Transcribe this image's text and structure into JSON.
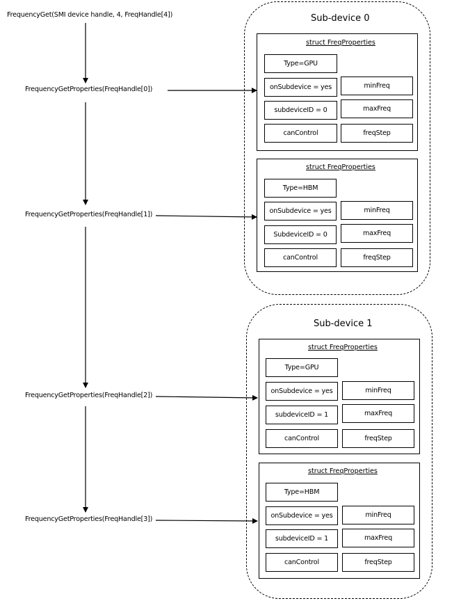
{
  "initial_call": "FrequencyGet(SMI device handle, 4, FreqHandle[4])",
  "calls": [
    "FrequencyGetProperties(FreqHandle[0])",
    "FrequencyGetProperties(FreqHandle[1])",
    "FrequencyGetProperties(FreqHandle[2])",
    "FrequencyGetProperties(FreqHandle[3])"
  ],
  "devices": [
    {
      "title": "Sub-device 0",
      "structs": [
        {
          "title": "struct FreqProperties",
          "type": "Type=GPU",
          "on_subdevice": "onSubdevice = yes",
          "subdevice_id": "subdeviceID = 0",
          "can_control": "canControl",
          "min_freq": "minFreq",
          "max_freq": "maxFreq",
          "freq_step": "freqStep"
        },
        {
          "title": "struct FreqProperties",
          "type": "Type=HBM",
          "on_subdevice": "onSubdevice = yes",
          "subdevice_id": "SubdeviceID = 0",
          "can_control": "canControl",
          "min_freq": "minFreq",
          "max_freq": "maxFreq",
          "freq_step": "freqStep"
        }
      ]
    },
    {
      "title": "Sub-device 1",
      "structs": [
        {
          "title": "struct FreqProperties",
          "type": "Type=GPU",
          "on_subdevice": "onSubdevice = yes",
          "subdevice_id": "subdeviceID = 1",
          "can_control": "canControl",
          "min_freq": "minFreq",
          "max_freq": "maxFreq",
          "freq_step": "freqStep"
        },
        {
          "title": "struct FreqProperties",
          "type": "Type=HBM",
          "on_subdevice": "onSubdevice = yes",
          "subdevice_id": "subdeviceID = 1",
          "can_control": "canControl",
          "min_freq": "minFreq",
          "max_freq": "maxFreq",
          "freq_step": "freqStep"
        }
      ]
    }
  ]
}
